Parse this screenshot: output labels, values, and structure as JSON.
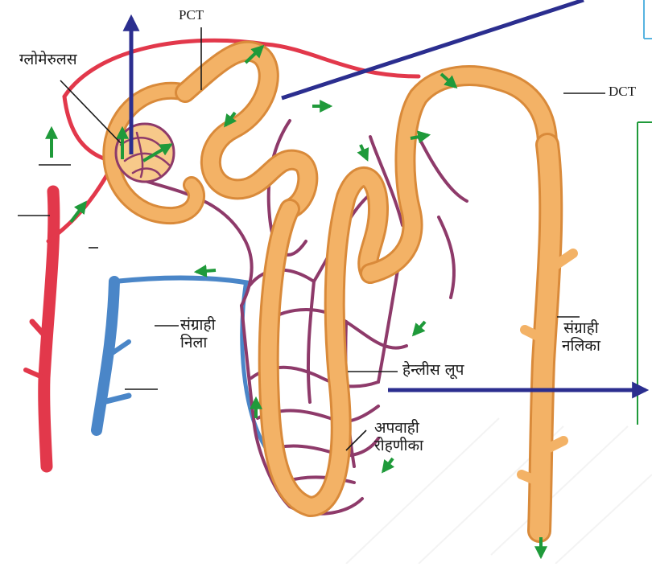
{
  "labels": {
    "pct": "PCT",
    "glomerulus": "ग्लोमेरुलस",
    "dct": "DCT",
    "collecting_vein_1": "संग्राही",
    "collecting_vein_2": "निला",
    "loop_of_henle": "हेन्लीस लूप",
    "efferent_1": "अपवाही",
    "efferent_2": "रोहणीका",
    "collecting_duct_1": "संग्राही",
    "collecting_duct_2": "नलिका"
  },
  "colors": {
    "tubule": "#f3b266",
    "tubule_dark": "#d98a3a",
    "artery": "#e2384b",
    "capillary": "#8e3a6a",
    "vein": "#4a86c8",
    "big_arrow": "#2b2e8f",
    "flow_arrow": "#1f9a3a"
  }
}
